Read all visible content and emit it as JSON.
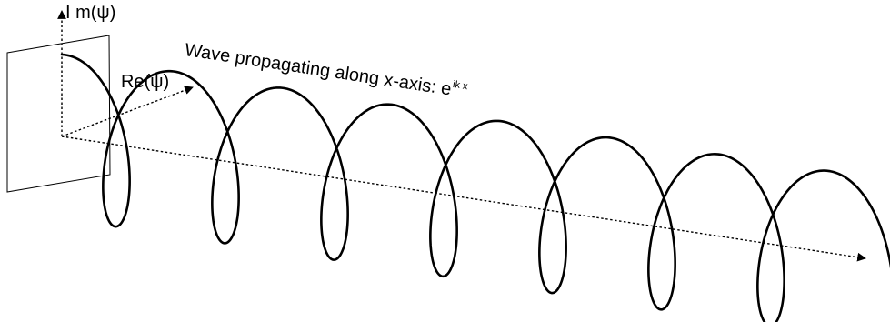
{
  "diagram": {
    "labels": {
      "imaginary_axis": "I m(ψ)",
      "real_axis": "Re(ψ)",
      "title_text": "Wave propagating  along x-axis:  e",
      "title_superscript": "ik x"
    },
    "colors": {
      "stroke": "#000000",
      "background": "#ffffff"
    },
    "elements": {
      "plane": "rectangular plane (parallelogram)",
      "helix_turns": 7,
      "axes": [
        "imaginary-axis-arrow",
        "real-axis-arrow",
        "x-axis-arrow"
      ]
    }
  }
}
